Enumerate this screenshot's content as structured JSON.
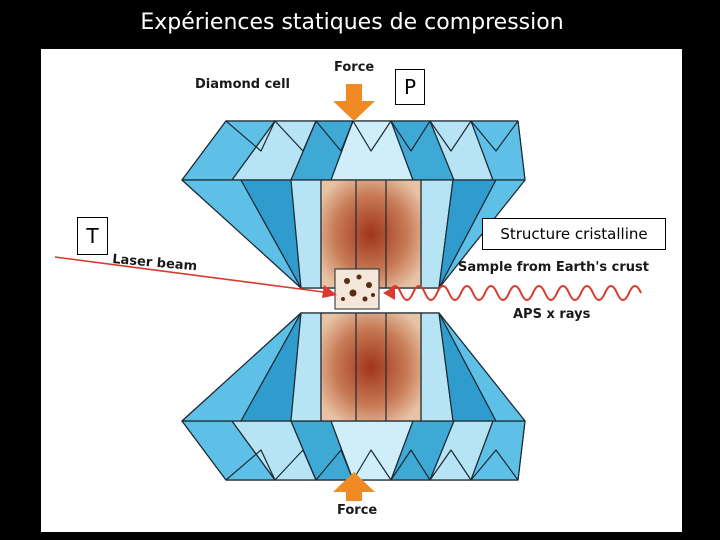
{
  "title": "Expériences statiques de compression",
  "diagram": {
    "diamond_cell_label": "Diamond cell",
    "force_top_label": "Force",
    "force_bottom_label": "Force",
    "laser_label": "Laser beam",
    "sample_label": "Sample from Earth's crust",
    "xray_label": "APS x rays"
  },
  "annotations": {
    "pressure": "P",
    "temperature": "T",
    "structure": "Structure cristalline"
  },
  "colors": {
    "diamond_light": "#9fd8ee",
    "diamond_mid": "#5ec0e6",
    "diamond_dark": "#2f9ccd",
    "arrow": "#f08a24",
    "laser": "#d93a2b",
    "xray": "#d93a2b",
    "gasket": "#b5532c"
  }
}
